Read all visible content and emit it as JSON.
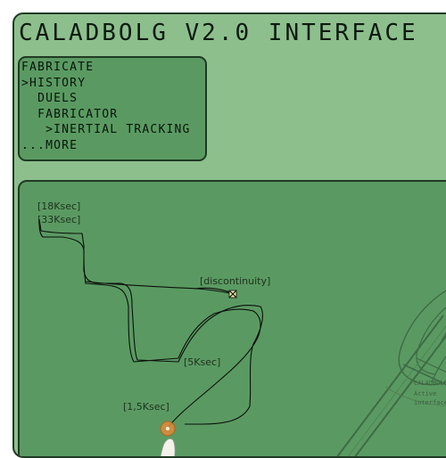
{
  "window": {
    "title": "CALADBOLG V2.0 INTERFACE"
  },
  "menu": {
    "items": [
      {
        "prefix": "",
        "label": "FABRICATE"
      },
      {
        "prefix": ">",
        "label": "HISTORY"
      },
      {
        "prefix": "  ",
        "label": "DUELS"
      },
      {
        "prefix": "  ",
        "label": "FABRICATOR"
      },
      {
        "prefix": "   >",
        "label": "INERTIAL TRACKING"
      },
      {
        "prefix": "...",
        "label": "MORE"
      }
    ]
  },
  "map": {
    "labels": {
      "t18": "[18Ksec]",
      "t33": "[33Ksec]",
      "discontinuity": "[discontinuity]",
      "t5": "[5Ksec]",
      "t1_5": "[1,5Ksec]"
    },
    "sword_engraving": {
      "line1": "CALADBOLG",
      "line2": "Active",
      "line3": "interface"
    }
  },
  "colors": {
    "frame_bg": "#8dbf8d",
    "panel_bg": "#5a9a62",
    "border": "#1f3a23",
    "track": "#0b0f0b",
    "marker": "#e08a3c"
  },
  "icons": {
    "current_position": "orange-position-marker-icon",
    "discontinuity": "x-marker-icon",
    "sword": "sword-illustration-icon"
  }
}
